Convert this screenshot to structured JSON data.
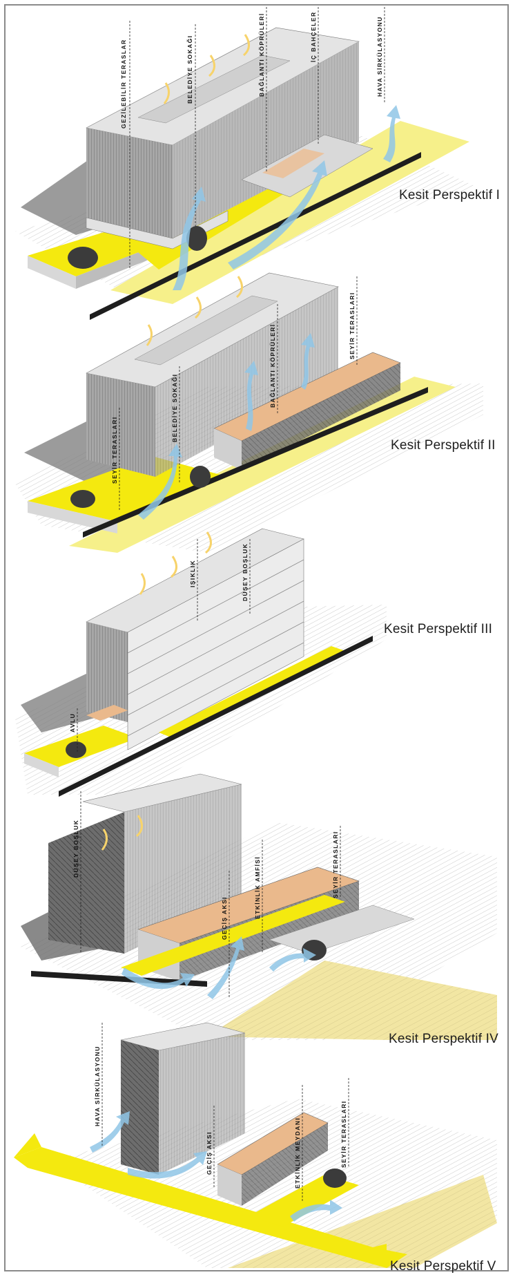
{
  "panels": [
    {
      "caption": "Kesit Perspektif I",
      "labels": [
        "GEZİLEBİLİR TERASLAR",
        "BELEDİYE SOKAĞI",
        "BAĞLANTI KÖPRÜLERİ",
        "İÇ BAHÇELER",
        "HAVA SİRKÜLASYONU"
      ]
    },
    {
      "caption": "Kesit Perspektif II",
      "labels": [
        "SEYİR TERASLARI",
        "BELEDİYE SOKAĞI",
        "BAĞLANTI KÖPRÜLERİ",
        "SEYİR TERASLARI"
      ]
    },
    {
      "caption": "Kesit Perspektif III",
      "labels": [
        "AVLU",
        "IŞIKLIK",
        "DÜŞEY BOŞLUK"
      ]
    },
    {
      "caption": "Kesit Perspektif IV",
      "labels": [
        "DÜŞEY BOŞLUK",
        "GEÇİŞ AKSI",
        "ETKİNLİK AMFİSİ",
        "SEYİR TERASLARI"
      ]
    },
    {
      "caption": "Kesit Perspektif V",
      "labels": [
        "HAVA SİRKÜLASYONU",
        "GEÇİŞ AKSI",
        "ETKİNLİK MEYDANI",
        "SEYİR TERASLARI"
      ]
    }
  ],
  "colors": {
    "yellow": "#f4e90f",
    "sand": "#f3e7a6",
    "roof": "#eab98c",
    "facade": "#9d9d9d",
    "roof_grey": "#e1e1e1",
    "airflow": "#8fc6e6",
    "sun": "#f7d36b",
    "tree": "#3b3b3b"
  }
}
